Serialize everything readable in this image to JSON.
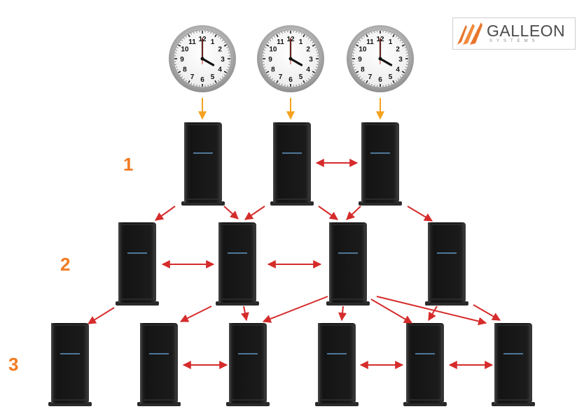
{
  "brand": {
    "name": "GALLEON",
    "subtitle": "SYSTEMS",
    "accent": "#e8742c"
  },
  "colors": {
    "tier_label": "#f07b22",
    "sync_arrow": "#f5a21e",
    "link_arrow": "#d62b2b",
    "server_body": "#1e1e1e",
    "server_light": "#6aa6d8"
  },
  "tiers": [
    {
      "label": "1"
    },
    {
      "label": "2"
    },
    {
      "label": "3"
    }
  ],
  "reference_clocks": [
    {
      "name": "clock-1",
      "time": "4:00"
    },
    {
      "name": "clock-2",
      "time": "4:00"
    },
    {
      "name": "clock-3",
      "time": "4:00"
    }
  ],
  "clock_numerals": [
    "12",
    "1",
    "2",
    "3",
    "4",
    "5",
    "6",
    "7",
    "8",
    "9",
    "10",
    "11"
  ]
}
